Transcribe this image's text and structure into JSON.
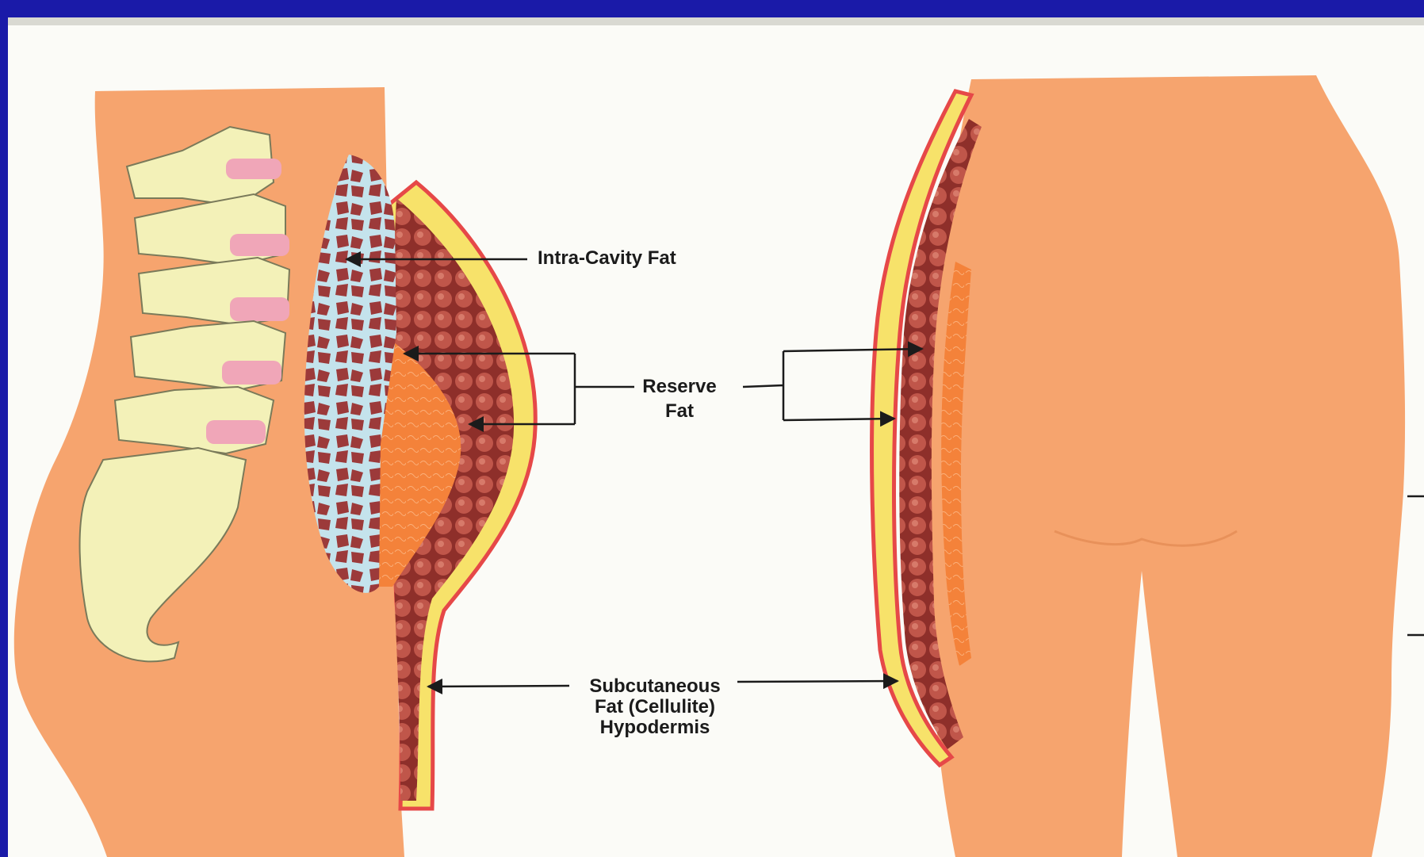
{
  "labels": {
    "intra_cavity": "Intra-Cavity Fat",
    "reserve_line1": "Reserve",
    "reserve_line2": "Fat",
    "subcutaneous_line1": "Subcutaneous",
    "subcutaneous_line2": "Fat (Cellulite)",
    "subcutaneous_line3": "Hypodermis"
  },
  "colors": {
    "slide_background": "#1a1aa8",
    "paper": "#fbfbf7",
    "skin": "#f6a46e",
    "bone": "#f3f1b8",
    "disc": "#f0a6b8",
    "visceral_fill": "#bfe0ea",
    "visceral_cells": "#9c3a3a",
    "reserve_fat": "#f4843c",
    "fat_globules": "#b84a3c",
    "skin_edge": "#e64848",
    "subcutaneous_beads": "#f7e26a"
  }
}
